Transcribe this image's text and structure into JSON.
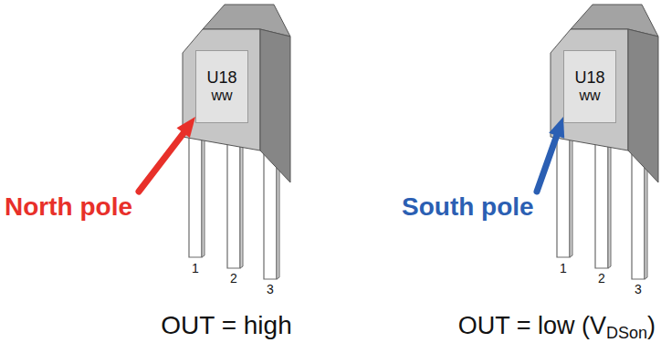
{
  "diagram": {
    "nodes": [
      {
        "text": [
          "U18",
          "ww"
        ]
      },
      {
        "text": [
          "U18",
          "ww"
        ]
      }
    ],
    "labels": [
      "North pole",
      "1",
      "2",
      "3",
      "OUT = high",
      "South pole",
      "1",
      "2",
      "3",
      "OUT = low (V",
      "DSon",
      ")"
    ]
  }
}
